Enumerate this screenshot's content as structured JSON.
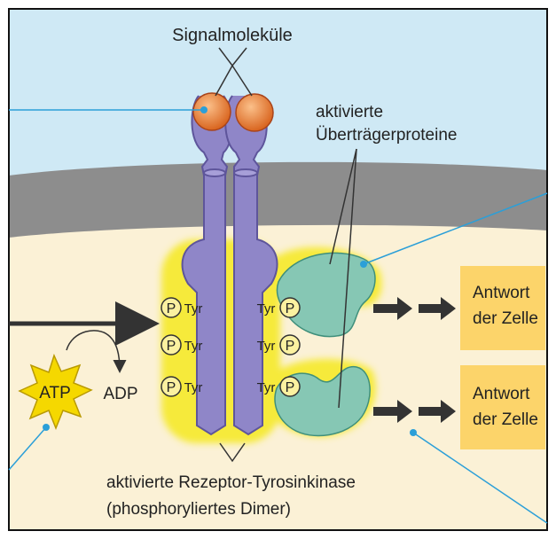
{
  "labels": {
    "signal_molecules": "Signalmoleküle",
    "activated_relay_line1": "aktivierte",
    "activated_relay_line2": "Überträgerproteine",
    "response1_line1": "Antwort",
    "response1_line2": "der Zelle",
    "response2_line1": "Antwort",
    "response2_line2": "der Zelle",
    "atp": "ATP",
    "adp": "ADP",
    "receptor_line1": "aktivierte Rezeptor-Tyrosinkinase",
    "receptor_line2": "(phosphoryliertes Dimer)",
    "phosphate": "P",
    "tyrosine": "Tyr"
  },
  "colors": {
    "extracellular": "#cfe9f5",
    "membrane": "#8d8d8d",
    "cytoplasm": "#fbf1d6",
    "receptor": "#8f86c8",
    "receptor_dark": "#5e559b",
    "signal_molecule": "#e9813a",
    "relay_protein": "#86c7b4",
    "response_box": "#fcd46a",
    "atp_burst": "#f5d800",
    "glow": "#f6ea3a",
    "leader_line": "#2b9fd8"
  }
}
